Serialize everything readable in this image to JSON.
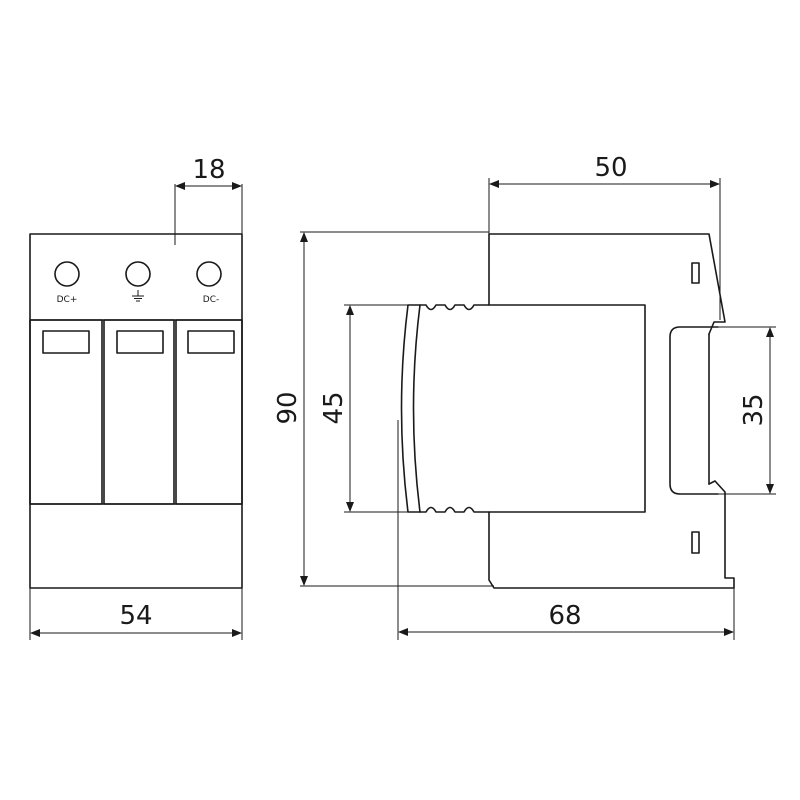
{
  "front_view": {
    "terminals": [
      {
        "label": "DC+",
        "type": "text"
      },
      {
        "label": "",
        "type": "ground-symbol"
      },
      {
        "label": "DC-",
        "type": "text"
      }
    ],
    "dim_module_width": "18",
    "dim_total_width": "54"
  },
  "side_view": {
    "dim_height": "90",
    "dim_front_height": "45",
    "dim_rail_height": "35",
    "dim_top_depth": "50",
    "dim_total_depth": "68"
  }
}
